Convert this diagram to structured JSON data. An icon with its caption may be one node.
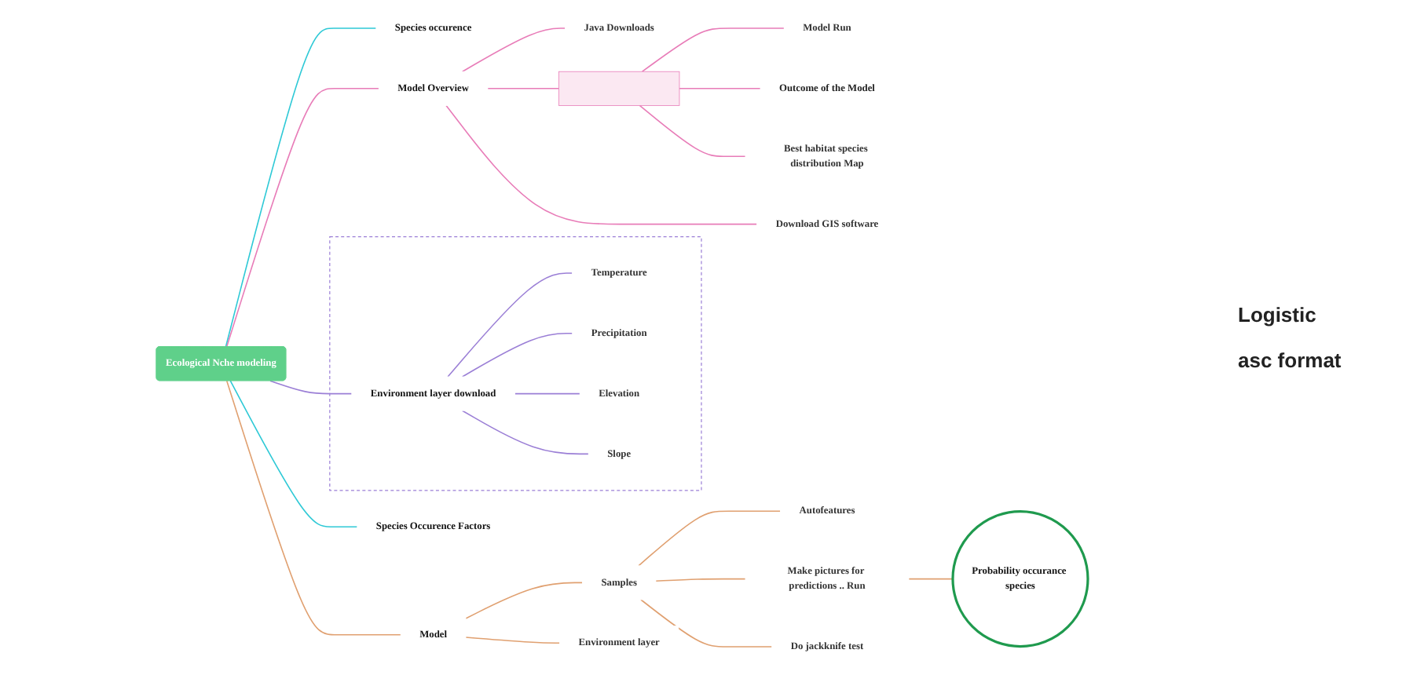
{
  "diagram": {
    "nodes": [
      {
        "text": [
          "Ecological Nche modeling"
        ]
      },
      {
        "text": [
          "Species occurence"
        ]
      },
      {
        "text": [
          "Model Overview"
        ]
      },
      {
        "text": [
          "Java Downloads"
        ]
      },
      {
        "text": [],
        "shape": "box"
      },
      {
        "text": [
          "Model Run"
        ]
      },
      {
        "text": [
          "Outcome of the Model"
        ]
      },
      {
        "text": [
          "Best habitat species distribution Map"
        ]
      },
      {
        "text": [
          "Download GIS software"
        ]
      },
      {
        "text": [],
        "shape": "box"
      },
      {
        "text": [
          "Environment layer download"
        ],
        "in": 9
      },
      {
        "text": [
          "Temperature"
        ],
        "in": 9
      },
      {
        "text": [
          "Precipitation"
        ],
        "in": 9
      },
      {
        "text": [
          "Elevation"
        ],
        "in": 9
      },
      {
        "text": [
          "Slope"
        ],
        "in": 9
      },
      {
        "text": [
          "Species Occurence Factors"
        ]
      },
      {
        "text": [
          "Model"
        ]
      },
      {
        "text": [
          "Samples"
        ]
      },
      {
        "text": [
          "Autofeatures"
        ]
      },
      {
        "text": [
          "Make pictures for predictions .. Run"
        ]
      },
      {
        "text": [
          "Do jackknife test"
        ]
      },
      {
        "text": [
          "Environment layer"
        ]
      },
      {
        "text": [
          "Probability occurance species"
        ]
      }
    ],
    "edges": [
      {
        "from": 0,
        "to": 1,
        "arrow": "none",
        "color": "#2ec9d6"
      },
      {
        "from": 0,
        "to": 2,
        "arrow": "none",
        "color": "#e87cb8"
      },
      {
        "from": 2,
        "to": 3,
        "arrow": "none",
        "color": "#e87cb8"
      },
      {
        "from": 2,
        "to": 4,
        "arrow": "none",
        "color": "#e87cb8"
      },
      {
        "from": 4,
        "to": 5,
        "arrow": "none",
        "color": "#e87cb8"
      },
      {
        "from": 4,
        "to": 6,
        "arrow": "none",
        "color": "#e87cb8"
      },
      {
        "from": 4,
        "to": 7,
        "arrow": "none",
        "color": "#e87cb8"
      },
      {
        "from": 2,
        "to": 8,
        "arrow": "none",
        "color": "#e87cb8"
      },
      {
        "from": 0,
        "to": 10,
        "arrow": "none",
        "color": "#9b7fd6"
      },
      {
        "from": 10,
        "to": 11,
        "arrow": "none",
        "color": "#9b7fd6"
      },
      {
        "from": 10,
        "to": 12,
        "arrow": "none",
        "color": "#9b7fd6"
      },
      {
        "from": 10,
        "to": 13,
        "arrow": "none",
        "color": "#9b7fd6"
      },
      {
        "from": 10,
        "to": 14,
        "arrow": "none",
        "color": "#9b7fd6"
      },
      {
        "from": 0,
        "to": 15,
        "arrow": "none",
        "color": "#2ec9d6"
      },
      {
        "from": 0,
        "to": 16,
        "arrow": "none",
        "color": "#e0a070"
      },
      {
        "from": 16,
        "to": 17,
        "arrow": "none",
        "color": "#e0a070"
      },
      {
        "from": 17,
        "to": 18,
        "arrow": "none",
        "color": "#e0a070"
      },
      {
        "from": 17,
        "to": 19,
        "arrow": "none",
        "color": "#e0a070"
      },
      {
        "from": 17,
        "to": 20,
        "arrow": "none",
        "color": "#e0a070"
      },
      {
        "from": 16,
        "to": 21,
        "arrow": "none",
        "color": "#e0a070"
      },
      {
        "from": 19,
        "to": 22,
        "arrow": "none",
        "color": "#e0a070"
      }
    ],
    "labels": [
      "Logistic",
      "asc format"
    ]
  }
}
